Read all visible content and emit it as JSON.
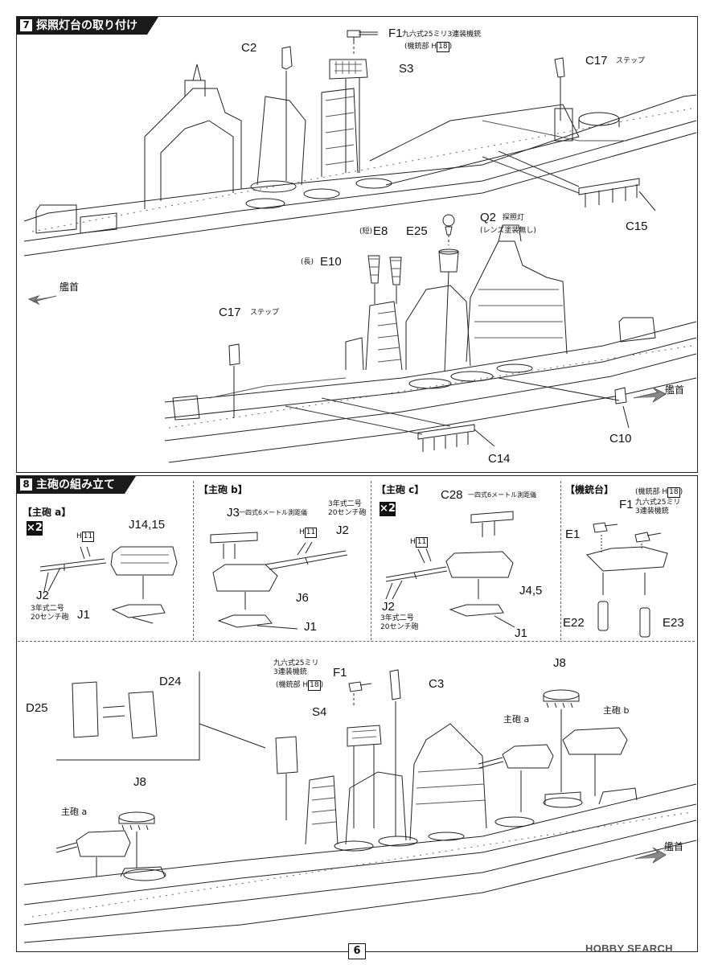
{
  "step7": {
    "number": "7",
    "title": "探照灯台の取り付け"
  },
  "step8": {
    "number": "8",
    "title": "主砲の組み立て"
  },
  "labels7": {
    "c2": "C2",
    "f1": "F1",
    "f1_note": "九六式25ミリ3連装機銃",
    "f1_paren": "(機銃部 H",
    "f1_num": "18",
    "f1_close": ")",
    "s3": "S3",
    "c17_top": "C17",
    "c17_top_note": "ステップ",
    "c15": "C15",
    "q2": "Q2",
    "q2_note": "探照灯",
    "q2_paren": "(レンズ塗装無し)",
    "e8_pre": "(短)",
    "e8": "E8",
    "e25": "E25",
    "e10_pre": "(長)",
    "e10": "E10",
    "c17_mid": "C17",
    "c17_mid_note": "ステップ",
    "c10": "C10",
    "c14": "C14",
    "bow_left": "艦首",
    "bow_right": "艦首"
  },
  "panelA": {
    "title": "【主砲 a】",
    "count": "×2",
    "h": "H",
    "h_num": "11",
    "j14": "J14,15",
    "j2": "J2",
    "j2_note1": "3年式二号",
    "j2_note2": "20センチ砲",
    "j1": "J1"
  },
  "panelB": {
    "title": "【主砲 b】",
    "j3": "J3",
    "j3_note": "一四式6メートル測距儀",
    "h": "H",
    "h_num": "11",
    "j2": "J2",
    "j2_note1": "3年式二号",
    "j2_note2": "20センチ砲",
    "j6": "J6",
    "j1": "J1"
  },
  "panelC": {
    "title": "【主砲 c】",
    "count": "×2",
    "c28": "C28",
    "c28_note": "一四式6メートル測距儀",
    "h": "H",
    "h_num": "11",
    "j2": "J2",
    "j2_note1": "3年式二号",
    "j2_note2": "20センチ砲",
    "j45": "J4,5",
    "j1": "J1"
  },
  "panelD": {
    "title": "【機銃台】",
    "paren": "(機銃部 H",
    "num": "18",
    "close": ")",
    "f1": "F1",
    "f1_note1": "九六式25ミリ",
    "f1_note2": "3連装機銃",
    "e1": "E1",
    "e22": "E22",
    "e23": "E23"
  },
  "labels8": {
    "f1_note1": "九六式25ミリ",
    "f1_note2": "3連装機銃",
    "f1_paren": "(機銃部 H",
    "f1_num": "18",
    "f1_close": ")",
    "f1": "F1",
    "c3": "C3",
    "j8_top": "J8",
    "d24": "D24",
    "d25": "D25",
    "s4": "S4",
    "main_a_top": "主砲 a",
    "main_b": "主砲 b",
    "j8_left": "J8",
    "main_a_left": "主砲 a",
    "bow": "艦首"
  },
  "page_number": "6",
  "watermark": "HOBBY SEARCH"
}
